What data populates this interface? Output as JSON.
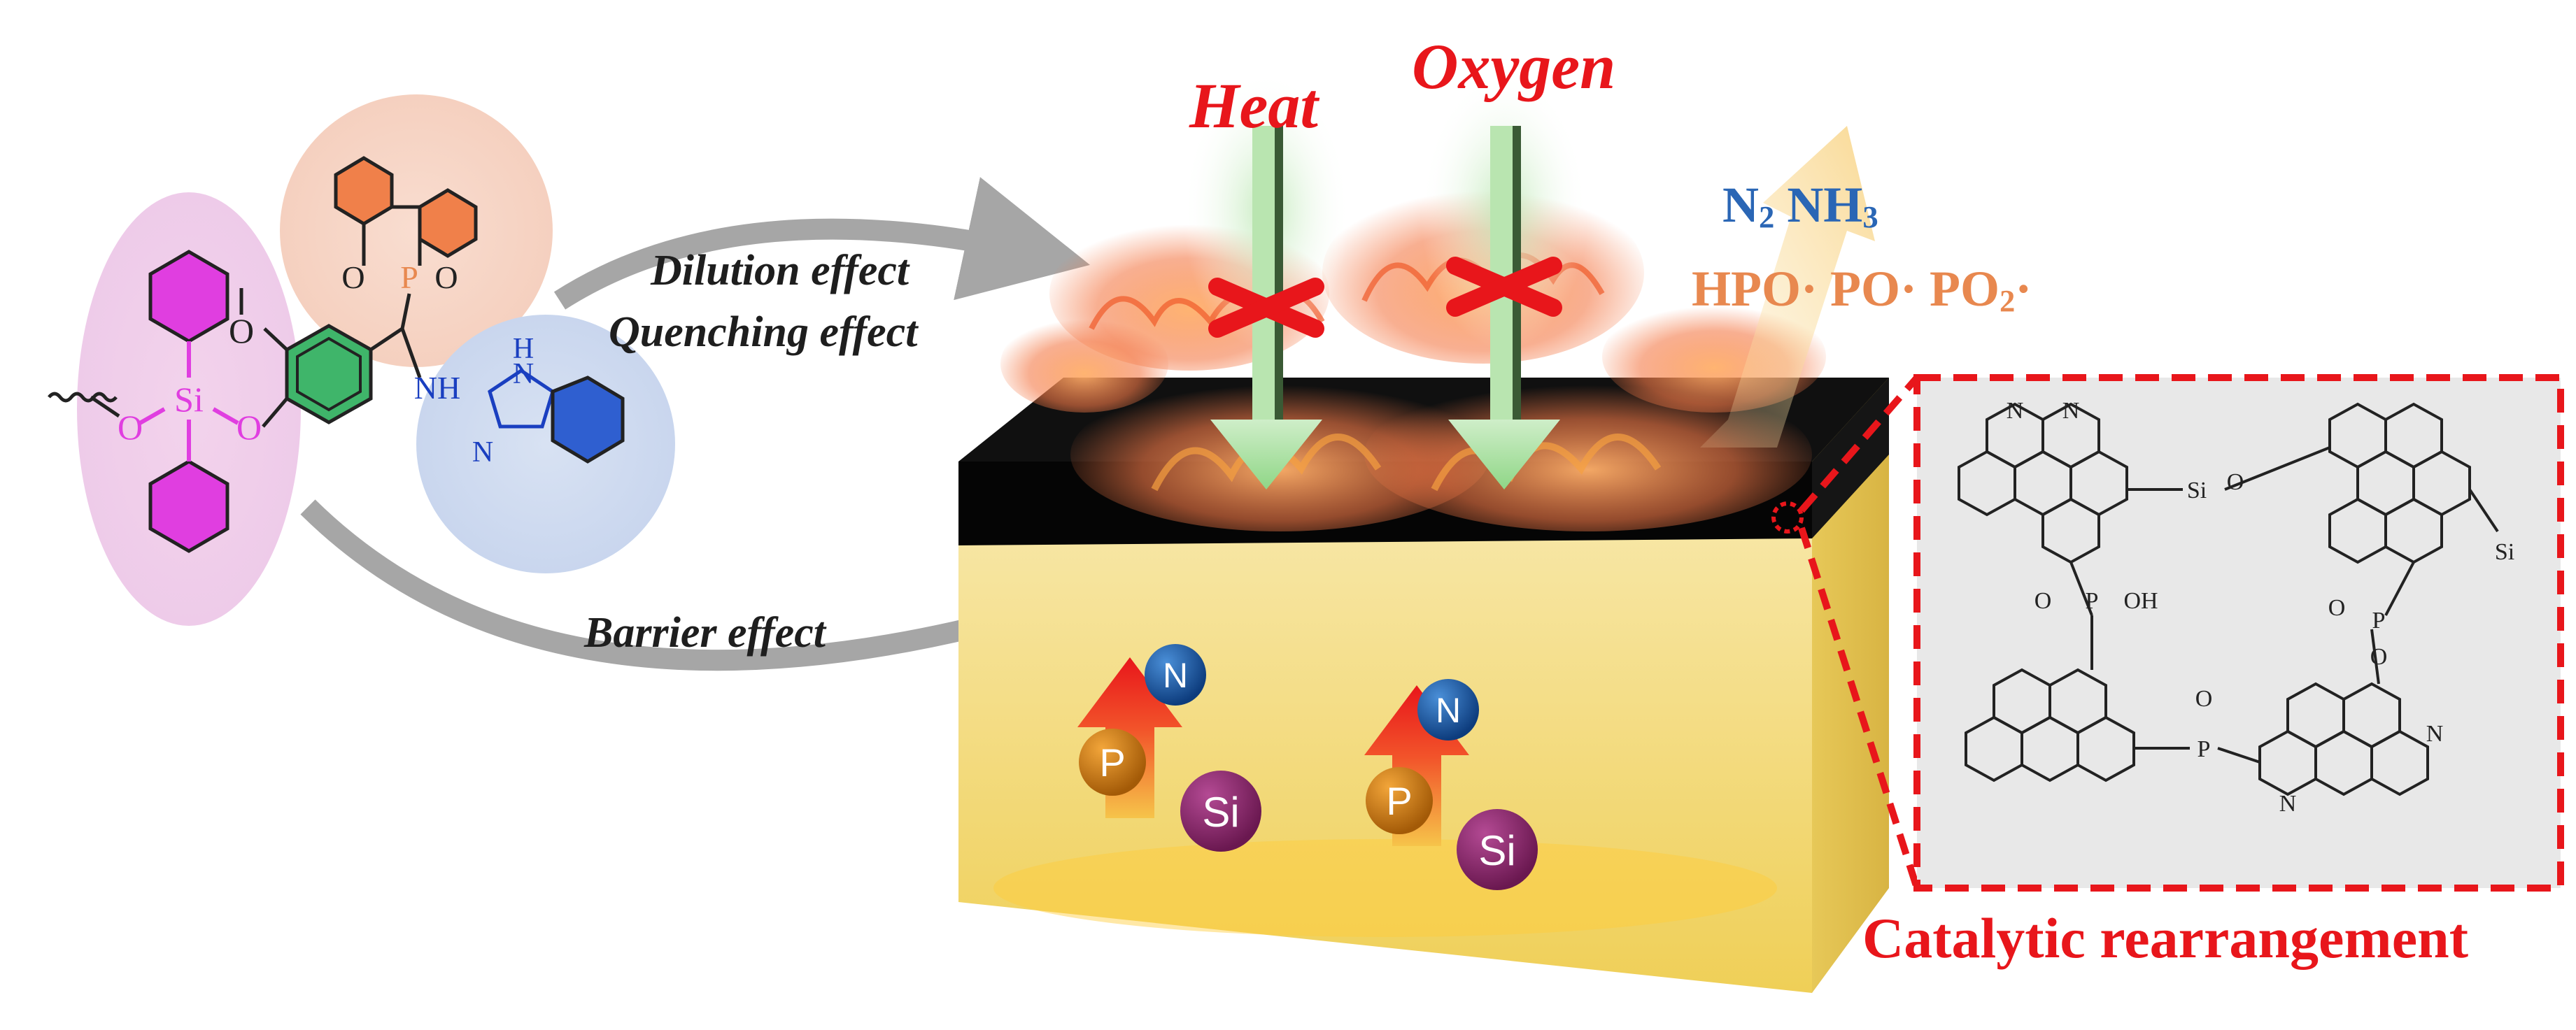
{
  "labels": {
    "heat": "Heat",
    "oxygen": "Oxygen",
    "dilution": "Dilution effect",
    "quenching": "Quenching effect",
    "barrier": "Barrier effect",
    "gas_n2": "N",
    "gas_n2_sub": "2",
    "gas_nh3": "NH",
    "gas_nh3_sub": "3",
    "radicals_a": "HPO· PO· PO",
    "radicals_sub": "2",
    "radicals_b": "·",
    "catalytic": "Catalytic rearrangement"
  },
  "elements": {
    "n": "N",
    "p": "P",
    "si": "Si"
  },
  "molecule_atoms": {
    "si": "Si",
    "o1": "O",
    "o2": "O",
    "o_methoxy": "O",
    "o_ring": "O",
    "p": "P",
    "o_p": "O",
    "nh": "NH",
    "h": "H",
    "n_ring": "N",
    "n_ring2": "N"
  },
  "inset_atoms": {
    "n1": "N",
    "n2": "N",
    "si1": "Si",
    "o_si1": "O",
    "p1": "P",
    "oh": "OH",
    "o_p1": "O",
    "p2": "P",
    "o_p2": "O",
    "o_p2b": "O",
    "si2": "Si",
    "p3": "P",
    "o_p3": "O",
    "n3": "N",
    "n4": "N"
  },
  "colors": {
    "flame_red": "#e8161b",
    "silicon_pink": "#e040e0",
    "phosphorus_orange": "#e8884f",
    "nitrogen_blue": "#1a3fc0",
    "arrow_gray": "#a6a6a6",
    "box_yellow": "#f5dc6e",
    "char_black": "#0a0a0a",
    "green_arrow": "#a8e0a0"
  }
}
